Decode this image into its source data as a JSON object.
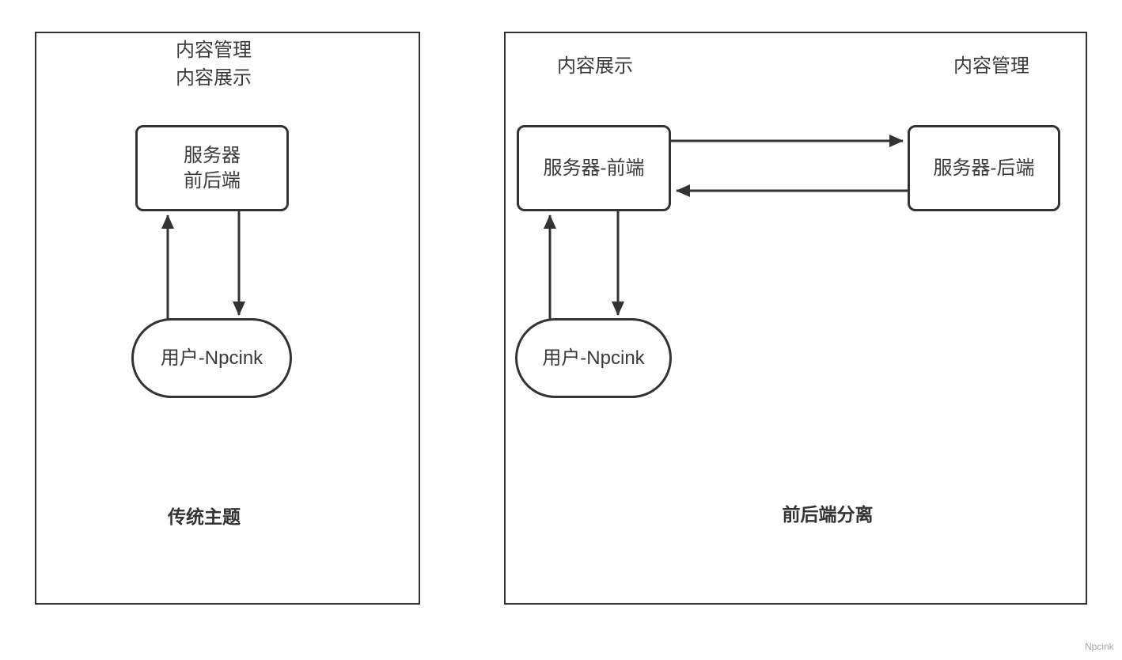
{
  "diagram": {
    "left_panel": {
      "header_line1": "内容管理",
      "header_line2": "内容展示",
      "server_box_line1": "服务器",
      "server_box_line2": "前后端",
      "user_box": "用户-Npcink",
      "caption": "传统主题"
    },
    "right_panel": {
      "header_left": "内容展示",
      "header_right": "内容管理",
      "frontend_box": "服务器-前端",
      "backend_box": "服务器-后端",
      "user_box": "用户-Npcink",
      "caption": "前后端分离"
    },
    "watermark": "Npcink",
    "colors": {
      "stroke": "#333333",
      "text": "#3a3a3a",
      "watermark": "#a8a8a8",
      "background": "#ffffff"
    }
  }
}
